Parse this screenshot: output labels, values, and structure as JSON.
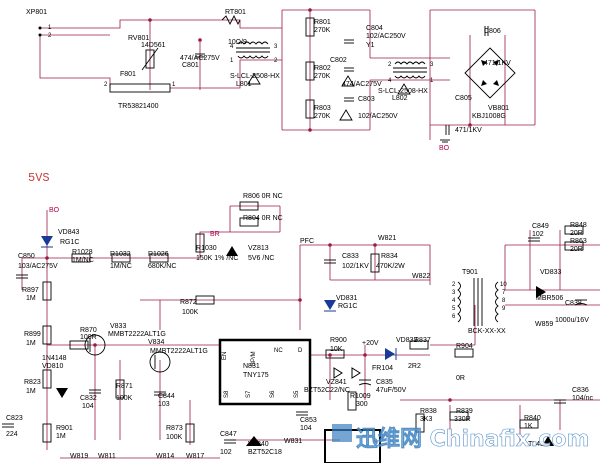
{
  "section_label": "5VS",
  "nets": [
    "BO",
    "BO",
    "BR",
    "PFC",
    "+20V"
  ],
  "components": [
    {
      "id": "xp801",
      "text": "XP801"
    },
    {
      "id": "rt801",
      "text": "RT801"
    },
    {
      "id": "rv801",
      "text": "RV801"
    },
    {
      "id": "rv801v",
      "text": "14D561"
    },
    {
      "id": "c801",
      "text": "C801"
    },
    {
      "id": "c801v",
      "text": "474/AC275V"
    },
    {
      "id": "tenohm",
      "text": "10Ω/9"
    },
    {
      "id": "f801",
      "text": "F801"
    },
    {
      "id": "f801v",
      "text": "TR53821400"
    },
    {
      "id": "l801",
      "text": "S-LCL-2508-HX"
    },
    {
      "id": "l801b",
      "text": "L801"
    },
    {
      "id": "r801",
      "text": "R801"
    },
    {
      "id": "r801v",
      "text": "270K"
    },
    {
      "id": "r802",
      "text": "R802"
    },
    {
      "id": "r802v",
      "text": "270K"
    },
    {
      "id": "r803",
      "text": "R803"
    },
    {
      "id": "r803v",
      "text": "270K"
    },
    {
      "id": "c804",
      "text": "C804"
    },
    {
      "id": "c804v",
      "text": "102/AC250V"
    },
    {
      "id": "y1",
      "text": "Y1"
    },
    {
      "id": "c802",
      "text": "C802"
    },
    {
      "id": "c802v",
      "text": "474/AC275V"
    },
    {
      "id": "c803",
      "text": "C803"
    },
    {
      "id": "c803v",
      "text": "102/AC250V"
    },
    {
      "id": "l802",
      "text": "S-LCL-2508-HX"
    },
    {
      "id": "l802b",
      "text": "L802"
    },
    {
      "id": "c806",
      "text": "C806"
    },
    {
      "id": "c806v",
      "text": "471/1KV"
    },
    {
      "id": "c805",
      "text": "C805"
    },
    {
      "id": "vb801",
      "text": "VB801"
    },
    {
      "id": "vb801v",
      "text": "KBJ1008G"
    },
    {
      "id": "c807v",
      "text": "471/1KV"
    },
    {
      "id": "r806",
      "text": "R806 0R NC"
    },
    {
      "id": "r804",
      "text": "R804 0R NC"
    },
    {
      "id": "vd843",
      "text": "VD843"
    },
    {
      "id": "vd843v",
      "text": "RG1C"
    },
    {
      "id": "c850",
      "text": "C850"
    },
    {
      "id": "c850v",
      "text": "103/AC275V"
    },
    {
      "id": "r1028",
      "text": "R1028"
    },
    {
      "id": "r1028v",
      "text": "1M/NC"
    },
    {
      "id": "r1032",
      "text": "R1032"
    },
    {
      "id": "r1032v",
      "text": "1M/NC"
    },
    {
      "id": "r1026",
      "text": "R1026"
    },
    {
      "id": "r1026v",
      "text": "680K/NC"
    },
    {
      "id": "r1030",
      "text": "R1030"
    },
    {
      "id": "r1030v",
      "text": "150K 1% /NC"
    },
    {
      "id": "vz813",
      "text": "VZ813"
    },
    {
      "id": "vz813v",
      "text": "5V6 /NC"
    },
    {
      "id": "r897",
      "text": "R897"
    },
    {
      "id": "r897v",
      "text": "1M"
    },
    {
      "id": "c833",
      "text": "C833"
    },
    {
      "id": "c833v",
      "text": "102/1KV"
    },
    {
      "id": "w821",
      "text": "W821"
    },
    {
      "id": "r834",
      "text": "R834"
    },
    {
      "id": "r834v",
      "text": "470K/2W"
    },
    {
      "id": "w822",
      "text": "W822"
    },
    {
      "id": "t901",
      "text": "T901"
    },
    {
      "id": "c849",
      "text": "C849"
    },
    {
      "id": "c849v",
      "text": "102"
    },
    {
      "id": "r848",
      "text": "R848"
    },
    {
      "id": "r848v",
      "text": "20R"
    },
    {
      "id": "r863",
      "text": "R863"
    },
    {
      "id": "r863v",
      "text": "20R"
    },
    {
      "id": "vd833",
      "text": "VD833"
    },
    {
      "id": "mbr",
      "text": "MBR506"
    },
    {
      "id": "c838",
      "text": "C838"
    },
    {
      "id": "c838v",
      "text": "1000u/16V"
    },
    {
      "id": "w859",
      "text": "W859"
    },
    {
      "id": "bck",
      "text": "BCK-XX-XX"
    },
    {
      "id": "r872",
      "text": "R872"
    },
    {
      "id": "r872v",
      "text": "100K"
    },
    {
      "id": "vd831",
      "text": "VD831"
    },
    {
      "id": "vd831v",
      "text": "RG1C"
    },
    {
      "id": "r899",
      "text": "R899"
    },
    {
      "id": "r899v",
      "text": "1M"
    },
    {
      "id": "r870",
      "text": "R870"
    },
    {
      "id": "r870v",
      "text": "100R"
    },
    {
      "id": "v833",
      "text": "V833"
    },
    {
      "id": "v833v",
      "text": "MMBT2222ALT1G"
    },
    {
      "id": "v834",
      "text": "V834"
    },
    {
      "id": "v834v",
      "text": "MMBT2222ALT1G"
    },
    {
      "id": "n831",
      "text": "N831"
    },
    {
      "id": "n831v",
      "text": "TNY175"
    },
    {
      "id": "r900",
      "text": "R900"
    },
    {
      "id": "r900v",
      "text": "10K"
    },
    {
      "id": "vd832",
      "text": "VD832"
    },
    {
      "id": "r837",
      "text": "R837"
    },
    {
      "id": "r837v",
      "text": "2R2"
    },
    {
      "id": "r904",
      "text": "R904"
    },
    {
      "id": "zeror",
      "text": "0R"
    },
    {
      "id": "vz841",
      "text": "VZ841"
    },
    {
      "id": "bzt1",
      "text": "BZT52C22/NC"
    },
    {
      "id": "fr104",
      "text": "FR104"
    },
    {
      "id": "c835",
      "text": "C835"
    },
    {
      "id": "c835v",
      "text": "47uF/50V"
    },
    {
      "id": "r1009",
      "text": "R1009"
    },
    {
      "id": "r1009v",
      "text": "300"
    },
    {
      "id": "d1n",
      "text": "1N4148"
    },
    {
      "id": "vd810",
      "text": "VD810"
    },
    {
      "id": "r823",
      "text": "R823"
    },
    {
      "id": "r823v",
      "text": "1M"
    },
    {
      "id": "c832",
      "text": "C832"
    },
    {
      "id": "c832v",
      "text": "104"
    },
    {
      "id": "r871",
      "text": "R871"
    },
    {
      "id": "r871v",
      "text": "100K"
    },
    {
      "id": "c844",
      "text": "C844"
    },
    {
      "id": "c844v",
      "text": "103"
    },
    {
      "id": "c853",
      "text": "C853"
    },
    {
      "id": "c853v",
      "text": "104"
    },
    {
      "id": "c836",
      "text": "C836"
    },
    {
      "id": "c836v",
      "text": "104/nc"
    },
    {
      "id": "r838",
      "text": "R838"
    },
    {
      "id": "r838v",
      "text": "3K3"
    },
    {
      "id": "r839",
      "text": "R839"
    },
    {
      "id": "r839v",
      "text": "330R"
    },
    {
      "id": "r840",
      "text": "R840"
    },
    {
      "id": "r840v",
      "text": "1K"
    },
    {
      "id": "tl431",
      "text": "TL431"
    },
    {
      "id": "c823",
      "text": "C823"
    },
    {
      "id": "c823v",
      "text": "224"
    },
    {
      "id": "r901",
      "text": "R901"
    },
    {
      "id": "r901v",
      "text": "1M"
    },
    {
      "id": "r873",
      "text": "R873"
    },
    {
      "id": "r873v",
      "text": "100K"
    },
    {
      "id": "c847",
      "text": "C847"
    },
    {
      "id": "c847v",
      "text": "102"
    },
    {
      "id": "vz840",
      "text": "VZ840"
    },
    {
      "id": "bzt2",
      "text": "BZT52C18"
    },
    {
      "id": "w831",
      "text": "W831"
    },
    {
      "id": "w819",
      "text": "W819"
    },
    {
      "id": "w811",
      "text": "W811"
    },
    {
      "id": "w814",
      "text": "W814"
    },
    {
      "id": "w817",
      "text": "W817"
    }
  ],
  "ic_pins": [
    "EN",
    "BP/M",
    "NC",
    "D",
    "S8",
    "S7",
    "S6",
    "S5"
  ],
  "pin_numbers": [
    "1",
    "2",
    "2",
    "1",
    "4",
    "3",
    "1",
    "2",
    "2",
    "3",
    "4",
    "1",
    "2",
    "3",
    "4",
    "5",
    "6",
    "7",
    "8",
    "9",
    "10",
    "1",
    "2",
    "3",
    "4"
  ],
  "watermark": "迅维网 Chinafix.com",
  "colors": {
    "wire": "#9b1a4a",
    "component": "#000000",
    "section": "#c84040",
    "watermark_stroke": "#3a7fc0"
  }
}
